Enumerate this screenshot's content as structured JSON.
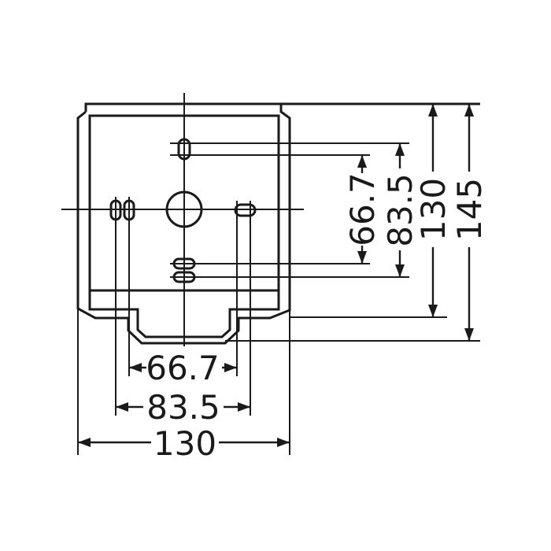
{
  "dimensions": {
    "bottom_inner": "66.7",
    "bottom_middle": "83.5",
    "bottom_outer": "130",
    "right_inner": "66.7",
    "right_middle": "83.5",
    "right_outer_a": "130",
    "right_outer_b": "145"
  }
}
